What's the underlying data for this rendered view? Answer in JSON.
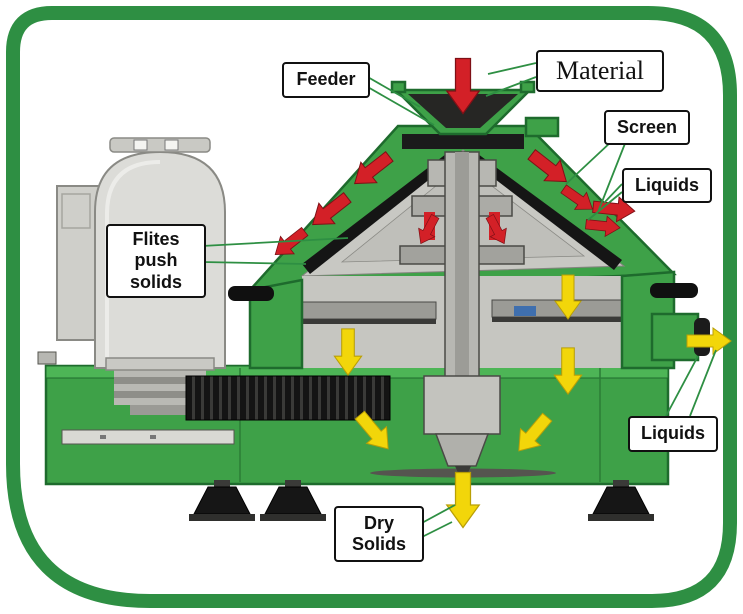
{
  "labels": {
    "material": "Material",
    "feeder": "Feeder",
    "screen": "Screen",
    "liquids_top": "Liquids",
    "liquids_bottom": "Liquids",
    "flites": [
      "Flites",
      "push",
      "solids"
    ],
    "dry_solids": [
      "Dry",
      "Solids"
    ]
  },
  "colors": {
    "frame_green": "#2E8F43",
    "machine_green": "#3EA148",
    "machine_green_dark": "#1E6B2D",
    "base_green_light": "#4DB556",
    "arrow_red": "#D32027",
    "arrow_yellow": "#F2D60A",
    "metal_light": "#DCDCD8",
    "metal_mid": "#B7B7B2",
    "metal_dark": "#55554F",
    "outline_gray": "#8A8A85",
    "black": "#161616",
    "callout_border": "#111111",
    "accent_blue": "#3F6FAE"
  }
}
